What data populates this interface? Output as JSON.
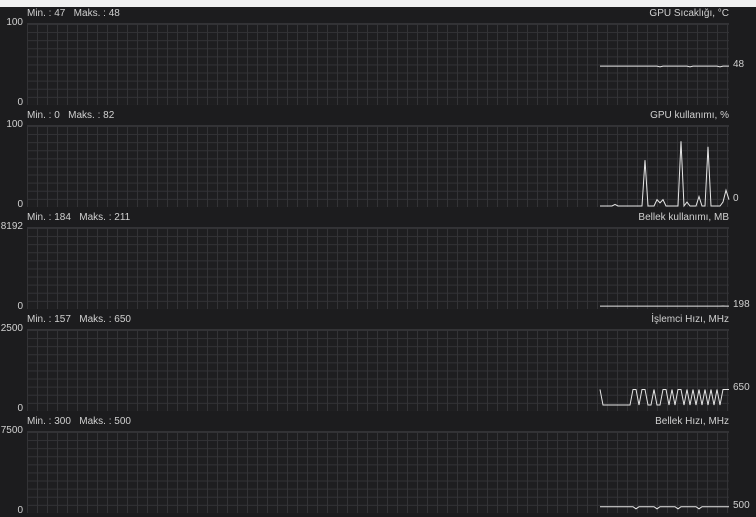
{
  "panels": [
    {
      "minmax": "Min. : 47   Maks. : 48",
      "title": "GPU Sıcaklığı, °C",
      "ymax": "100",
      "ymin": "0",
      "max": 100,
      "current": "48",
      "values": [
        48,
        48,
        48,
        48,
        48,
        48,
        48,
        48,
        48,
        48,
        48,
        48,
        48,
        48,
        48,
        48,
        48,
        48,
        48,
        48,
        47,
        48,
        48,
        48,
        48,
        48,
        48,
        48,
        48,
        48,
        47,
        48,
        48,
        48,
        48,
        48,
        48,
        48,
        48,
        48,
        47,
        48,
        48,
        48
      ]
    },
    {
      "minmax": "Min. : 0   Maks. : 82",
      "title": "GPU kullanımı, %",
      "ymax": "100",
      "ymin": "0",
      "max": 100,
      "current": "0",
      "values": [
        0,
        0,
        0,
        0,
        0,
        2,
        0,
        0,
        0,
        0,
        0,
        0,
        0,
        0,
        0,
        58,
        0,
        0,
        0,
        8,
        4,
        8,
        0,
        0,
        0,
        0,
        0,
        82,
        0,
        5,
        0,
        0,
        0,
        12,
        0,
        0,
        75,
        0,
        0,
        0,
        0,
        5,
        20,
        8
      ]
    },
    {
      "minmax": "Min. : 184   Maks. : 211",
      "title": "Bellek kullanımı, MB",
      "ymax": "8192",
      "ymin": "0",
      "max": 8192,
      "current": "198",
      "values": [
        198,
        198,
        198,
        198,
        198,
        198,
        198,
        198,
        198,
        198,
        198,
        198,
        198,
        198,
        198,
        198,
        198,
        198,
        198,
        198,
        198,
        198,
        198,
        198,
        198,
        198,
        198,
        198,
        198,
        198,
        198,
        198,
        198,
        198,
        198,
        198,
        198,
        198,
        198,
        198,
        198,
        211,
        198,
        198
      ]
    },
    {
      "minmax": "Min. : 157   Maks. : 650",
      "title": "İşlemci Hızı, MHz",
      "ymax": "2500",
      "ymin": "0",
      "max": 2500,
      "current": "650",
      "values": [
        650,
        157,
        157,
        157,
        157,
        157,
        157,
        157,
        157,
        157,
        157,
        650,
        650,
        157,
        650,
        650,
        157,
        157,
        650,
        157,
        157,
        650,
        650,
        157,
        650,
        157,
        650,
        650,
        157,
        650,
        157,
        650,
        157,
        650,
        157,
        650,
        157,
        650,
        157,
        650,
        157,
        650,
        650,
        650
      ]
    },
    {
      "minmax": "Min. : 300   Maks. : 500",
      "title": "Bellek Hızı, MHz",
      "ymax": "7500",
      "ymin": "0",
      "max": 7500,
      "current": "500",
      "values": [
        500,
        500,
        500,
        500,
        500,
        500,
        500,
        500,
        500,
        500,
        500,
        500,
        300,
        500,
        500,
        500,
        500,
        500,
        500,
        300,
        500,
        500,
        500,
        500,
        500,
        500,
        300,
        500,
        500,
        500,
        500,
        500,
        500,
        300,
        500,
        500,
        500,
        500,
        500,
        500,
        500,
        500,
        500,
        500
      ]
    }
  ]
}
